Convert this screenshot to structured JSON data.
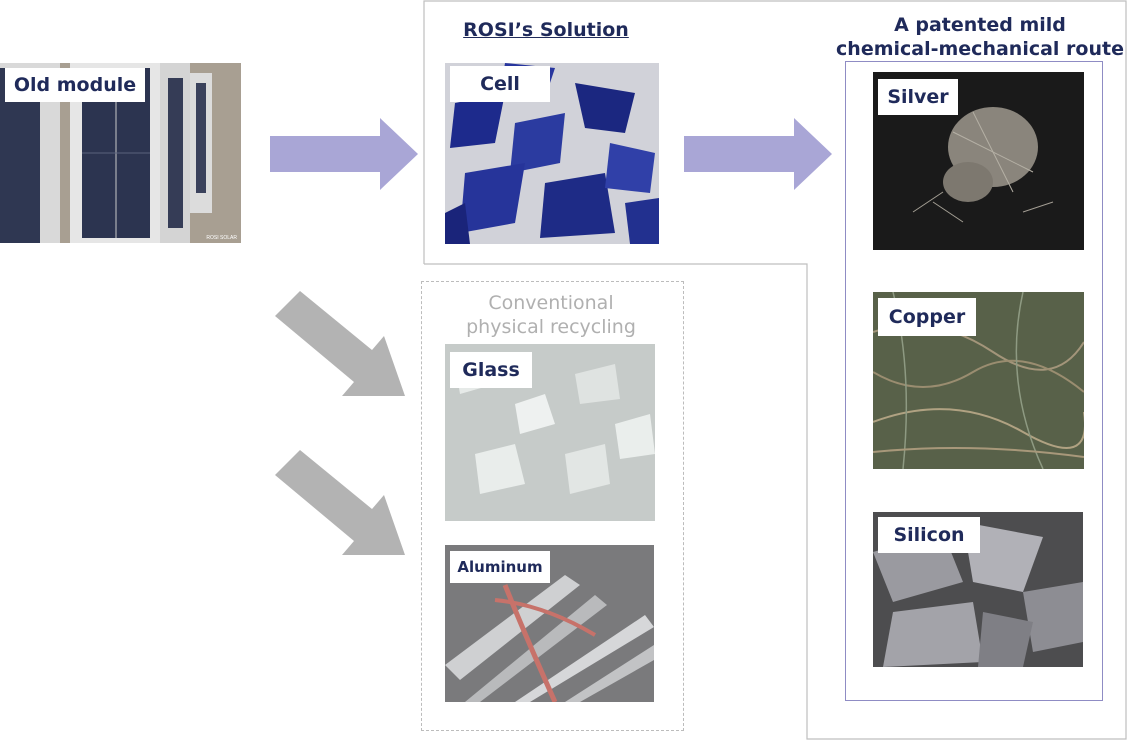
{
  "headings": {
    "rosi_solution": "ROSI’s Solution",
    "patented_route_line1": "A patented mild",
    "patented_route_line2": "chemical-mechanical route",
    "conventional_line1": "Conventional",
    "conventional_line2": "physical recycling"
  },
  "labels": {
    "old_module": "Old module",
    "cell": "Cell",
    "silver": "Silver",
    "copper": "Copper",
    "silicon": "Silicon",
    "glass": "Glass",
    "aluminum": "Aluminum"
  },
  "photo_credit": "ROSI SOLAR",
  "colors": {
    "navy": "#1f2a5a",
    "arrow_purple": "#a9a6d6",
    "arrow_gray": "#b3b3b3",
    "frame_gray": "#bfbfbf",
    "frame_purple": "#8f8cc4"
  }
}
